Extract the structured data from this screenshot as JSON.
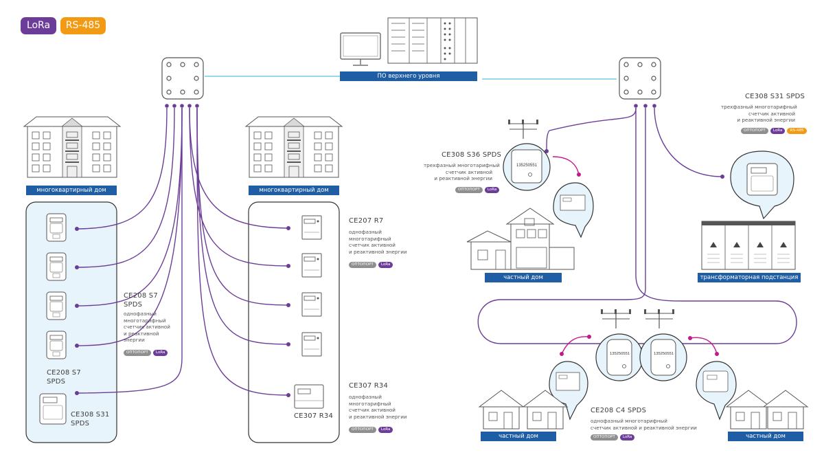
{
  "protocols": {
    "lora": "LoRa",
    "rs485": "RS-485"
  },
  "colors": {
    "lora": "#6b3d98",
    "rs485": "#f39a14",
    "label_blue": "#1f5da5",
    "magenta": "#c4198a",
    "line_cyan": "#5bc3dd",
    "optoport": "#8f8f8f"
  },
  "labels": {
    "software": "ПО верхнего уровня",
    "apartment_left": "многоквартирный дом",
    "apartment_mid": "многоквартирный дом",
    "private_house_top": "частный дом",
    "substation": "трансформаторная подстанция",
    "private_house_left": "частный дом",
    "private_house_right": "частный дом"
  },
  "tags": {
    "optoport": "ОПТОПОРТ",
    "lora": "LoRa",
    "rs485": "RS-485"
  },
  "devices": {
    "ce208s7": {
      "name_line1": "CE208 S7",
      "name_line2": "SPDS",
      "desc": [
        "однофазный",
        "многотарифный",
        "счетчик активной",
        "и реактивной",
        "энергии"
      ]
    },
    "ce208s7_bottom": {
      "line1": "CE208 S7",
      "line2": "SPDS"
    },
    "ce308s31_left": {
      "line1": "CE308 S31",
      "line2": "SPDS"
    },
    "ce207r7": {
      "name": "CE207 R7",
      "desc": [
        "однофазный",
        "многотарифный",
        "счетчик активной",
        "и реактивной энергии"
      ]
    },
    "ce307r34": {
      "name": "CE307 R34",
      "caption": "CE307 R34",
      "desc": [
        "однофазный",
        "многотарифный",
        "счетчик активной",
        "и реактивной энергии"
      ]
    },
    "ce308s36": {
      "name": "CE308 S36 SPDS",
      "desc": [
        "трехфазный многотарифный",
        "счетчик активной",
        "и реактивной энергии"
      ],
      "display": "135250551"
    },
    "ce308s31_right": {
      "name": "CE308 S31 SPDS",
      "desc": [
        "трехфазный многотарифный",
        "счетчик активной",
        "и реактивной энергии"
      ]
    },
    "ce208c4": {
      "name": "CE208 C4 SPDS",
      "desc": [
        "однофазный многотарифный",
        "счетчик активной и реактивной энергии"
      ],
      "display_a": "135250551",
      "display_b": "135250551"
    }
  }
}
